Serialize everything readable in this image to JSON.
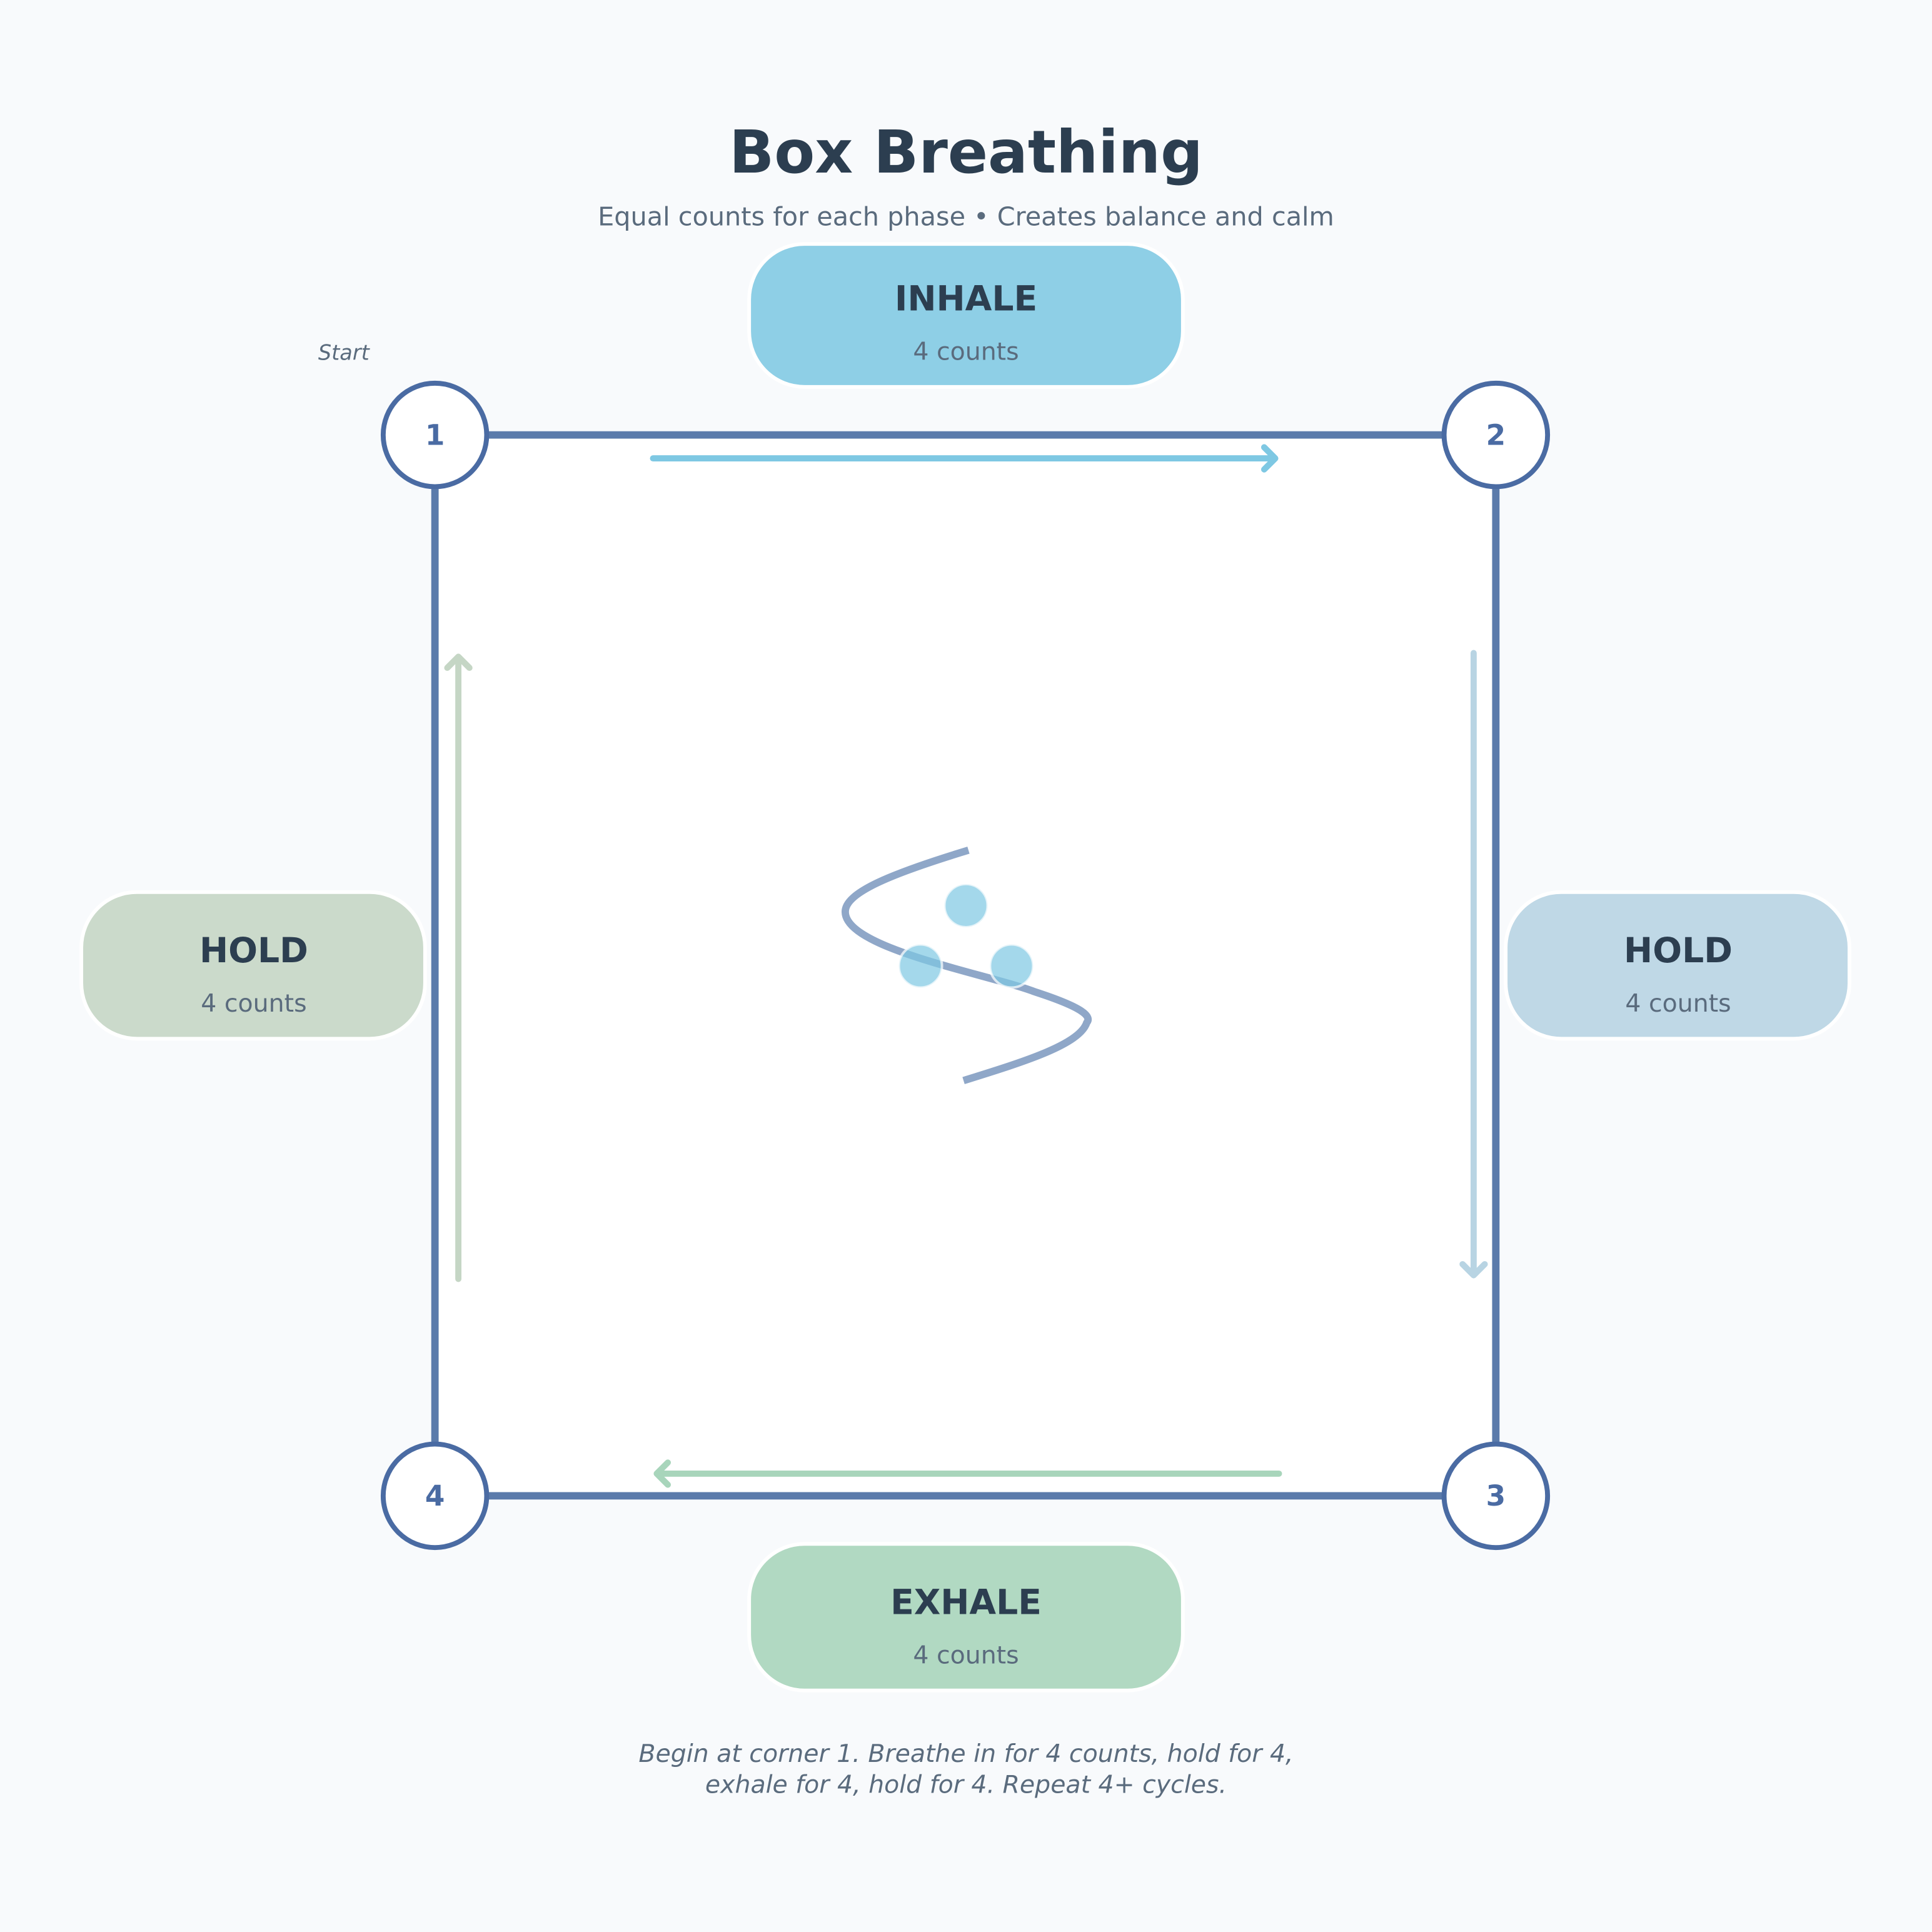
{
  "title": "Box Breathing",
  "subtitle": "Equal counts for each phase • Creates balance and calm",
  "start_label": "Start",
  "corners": [
    "1",
    "2",
    "3",
    "4"
  ],
  "phases": {
    "inhale": {
      "label": "INHALE",
      "counts": "4 counts",
      "color": "#7ec8e3"
    },
    "hold_right": {
      "label": "HOLD",
      "counts": "4 counts",
      "color": "#b8d4e3"
    },
    "exhale": {
      "label": "EXHALE",
      "counts": "4 counts",
      "color": "#a8d5bb"
    },
    "hold_left": {
      "label": "HOLD",
      "counts": "4 counts",
      "color": "#c5d6c5"
    }
  },
  "instructions": {
    "line1": "Begin at corner 1. Breathe in for 4 counts, hold for 4,",
    "line2": "exhale for 4, hold for 4. Repeat 4+ cycles."
  }
}
